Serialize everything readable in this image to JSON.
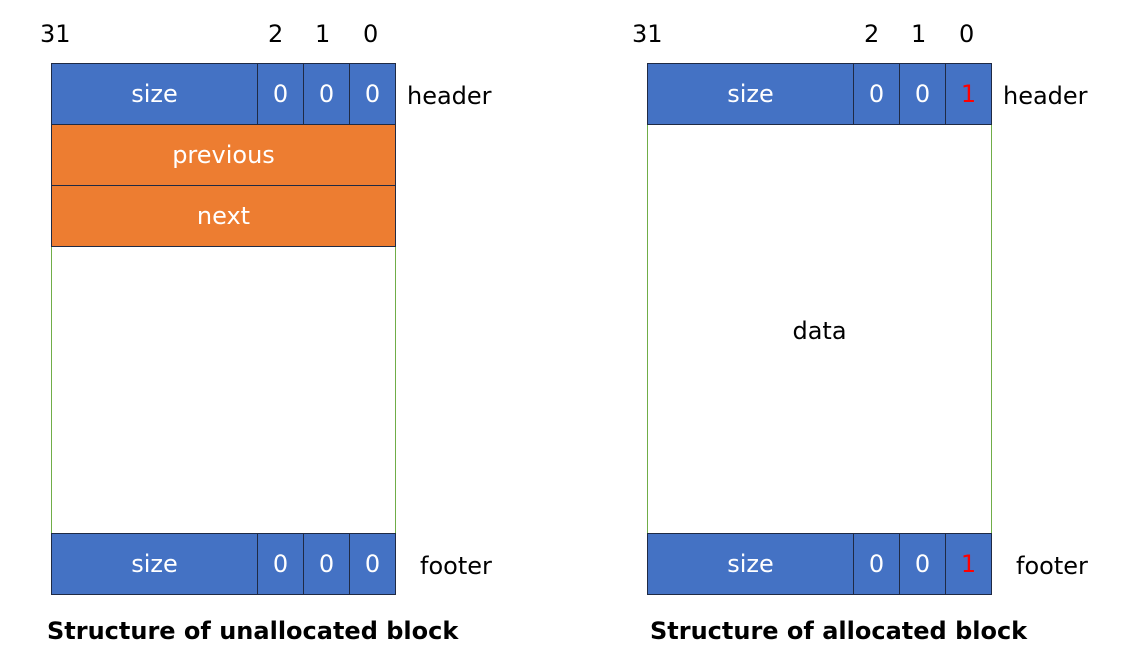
{
  "left": {
    "bit_labels": [
      "31",
      "2",
      "1",
      "0"
    ],
    "header": {
      "size": "size",
      "flags": [
        "0",
        "0",
        "0"
      ],
      "label": "header"
    },
    "previous": "previous",
    "next": "next",
    "footer": {
      "size": "size",
      "flags": [
        "0",
        "0",
        "0"
      ],
      "label": "footer"
    },
    "caption": "Structure of unallocated block"
  },
  "right": {
    "bit_labels": [
      "31",
      "2",
      "1",
      "0"
    ],
    "header": {
      "size": "size",
      "flags": [
        "0",
        "0",
        "1"
      ],
      "label": "header"
    },
    "data": "data",
    "footer": {
      "size": "size",
      "flags": [
        "0",
        "0",
        "1"
      ],
      "label": "footer"
    },
    "caption": "Structure of allocated block"
  },
  "colors": {
    "field_blue": "#4472c4",
    "link_orange": "#ed7d31",
    "block_outline": "#70ad47",
    "allocated_bit": "#ff0000"
  }
}
